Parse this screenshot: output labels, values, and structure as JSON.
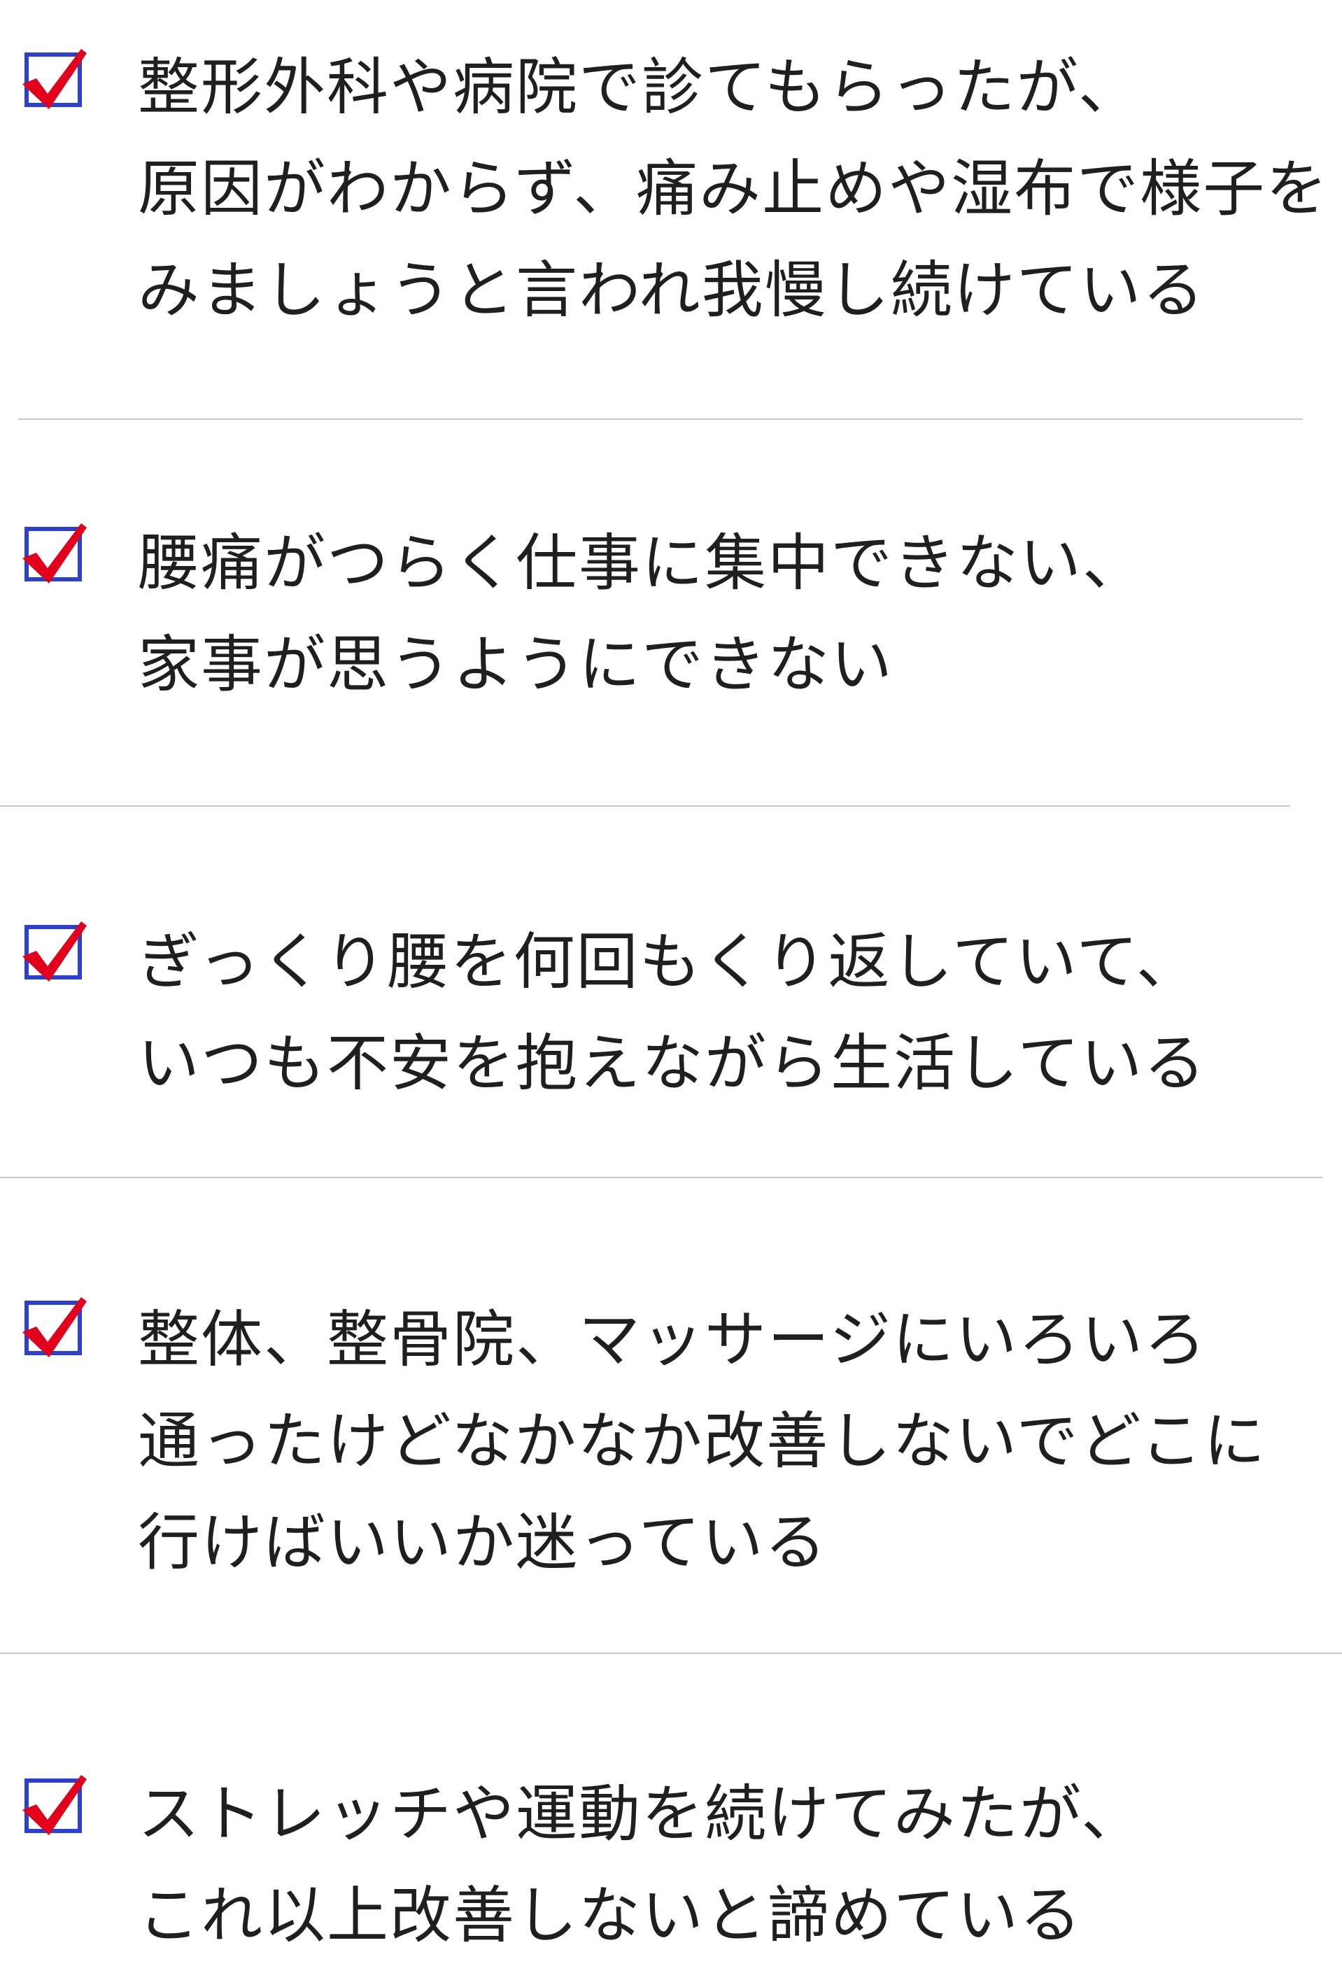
{
  "colors": {
    "check_box_border": "#2a3fd6",
    "check_mark": "#e3001b",
    "text": "#1f1f1f",
    "divider": "#c8c8c8",
    "background": "#ffffff"
  },
  "checklist": {
    "icon": "checked-box-icon",
    "items": [
      {
        "lines": [
          "整形外科や病院で診てもらったが、",
          "原因がわからず、痛み止めや湿布で様子を",
          "みましょうと言われ我慢し続けている"
        ]
      },
      {
        "lines": [
          "腰痛がつらく仕事に集中できない、",
          "家事が思うようにできない"
        ]
      },
      {
        "lines": [
          "ぎっくり腰を何回もくり返していて、",
          "いつも不安を抱えながら生活している"
        ]
      },
      {
        "lines": [
          "整体、整骨院、マッサージにいろいろ",
          "通ったけどなかなか改善しないでどこに",
          "行けばいいか迷っている"
        ]
      },
      {
        "lines": [
          "ストレッチや運動を続けてみたが、",
          "これ以上改善しないと諦めている"
        ]
      }
    ]
  }
}
